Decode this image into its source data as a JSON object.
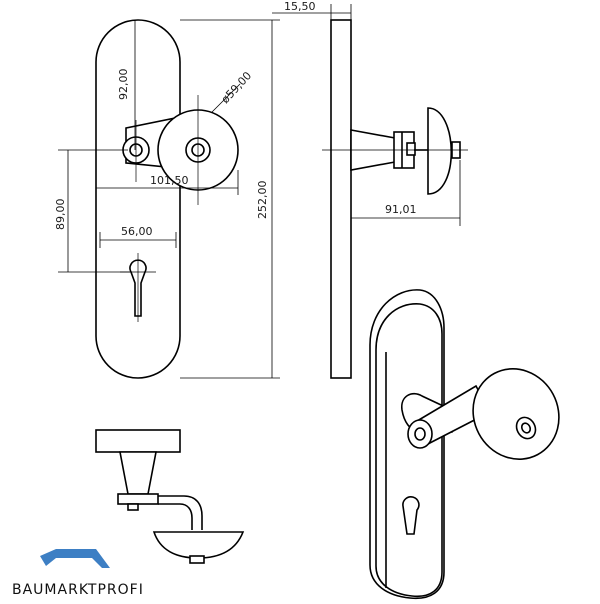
{
  "dimensions": {
    "height_92": "92,00",
    "diameter_59": "ø59,00",
    "width_101": "101,50",
    "total_252": "252,00",
    "height_89": "89,00",
    "width_56": "56,00",
    "thickness_15": "15,50",
    "projection_91": "91,01"
  },
  "brand": {
    "name": "BAUMARKTPROFI",
    "color": "#3d7fc4"
  }
}
